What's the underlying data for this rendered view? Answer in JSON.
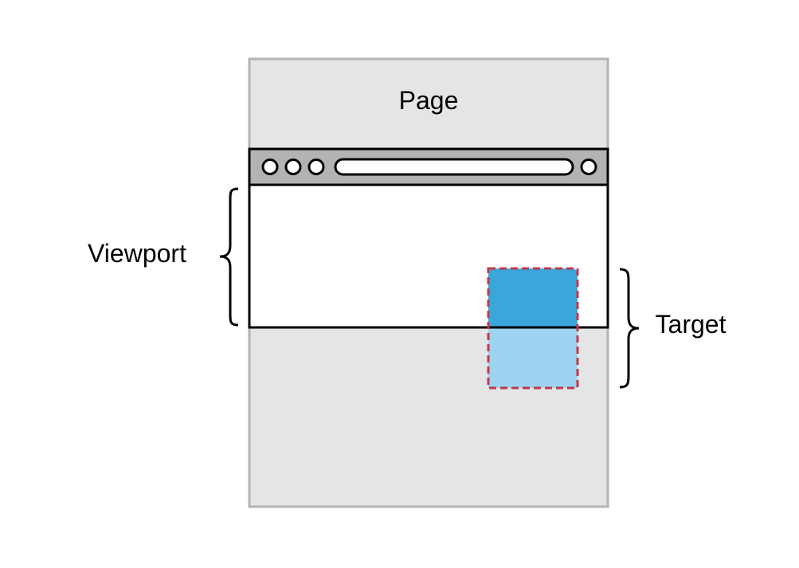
{
  "labels": {
    "page": "Page",
    "viewport": "Viewport",
    "target": "Target"
  },
  "colors": {
    "page_fill": "#e5e5e5",
    "page_border": "#b3b3b3",
    "browser_toolbar": "#b3b3b3",
    "viewport_fill": "#ffffff",
    "outline": "#000000",
    "target_visible": "#3ba6dc",
    "target_hidden": "#9dd3f0",
    "target_border": "#c0394b"
  },
  "icons": {
    "window_buttons": [
      "circle-button-icon",
      "circle-button-icon",
      "circle-button-icon"
    ],
    "address_bar": "address-bar",
    "toolbar_button": "circle-button-icon",
    "viewport_brace": "curly-brace-icon",
    "target_brace": "curly-brace-icon"
  }
}
